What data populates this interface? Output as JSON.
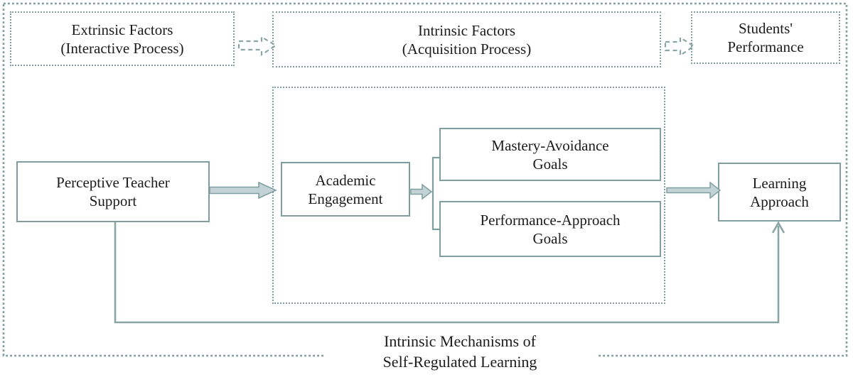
{
  "figure": {
    "type": "conceptual-model-diagram",
    "caption": {
      "line1": "Intrinsic Mechanisms of",
      "line2": "Self-Regulated Learning"
    }
  },
  "top_row": {
    "extrinsic": {
      "line1": "Extrinsic Factors",
      "line2": "(Interactive Process)"
    },
    "intrinsic": {
      "line1": "Intrinsic Factors",
      "line2": "(Acquisition Process)"
    },
    "students": {
      "line1": "Students'",
      "line2": "Performance"
    }
  },
  "model": {
    "perceptive_teacher_support": {
      "line1": "Perceptive Teacher",
      "line2": "Support"
    },
    "academic_engagement": {
      "line1": "Academic",
      "line2": "Engagement"
    },
    "mastery_avoidance_goals": {
      "line1": "Mastery-Avoidance",
      "line2": "Goals"
    },
    "performance_approach_goals": {
      "line1": "Performance-Approach",
      "line2": "Goals"
    },
    "learning_approach": {
      "line1": "Learning",
      "line2": "Approach"
    }
  },
  "colors": {
    "border_teal": "#7f9e9e",
    "line_teal": "#86a3a3",
    "arrow_fill": "#c3d3d5",
    "arrow_stroke": "#7f9fa1",
    "text": "#1c1c1c",
    "background": "#ffffff"
  }
}
